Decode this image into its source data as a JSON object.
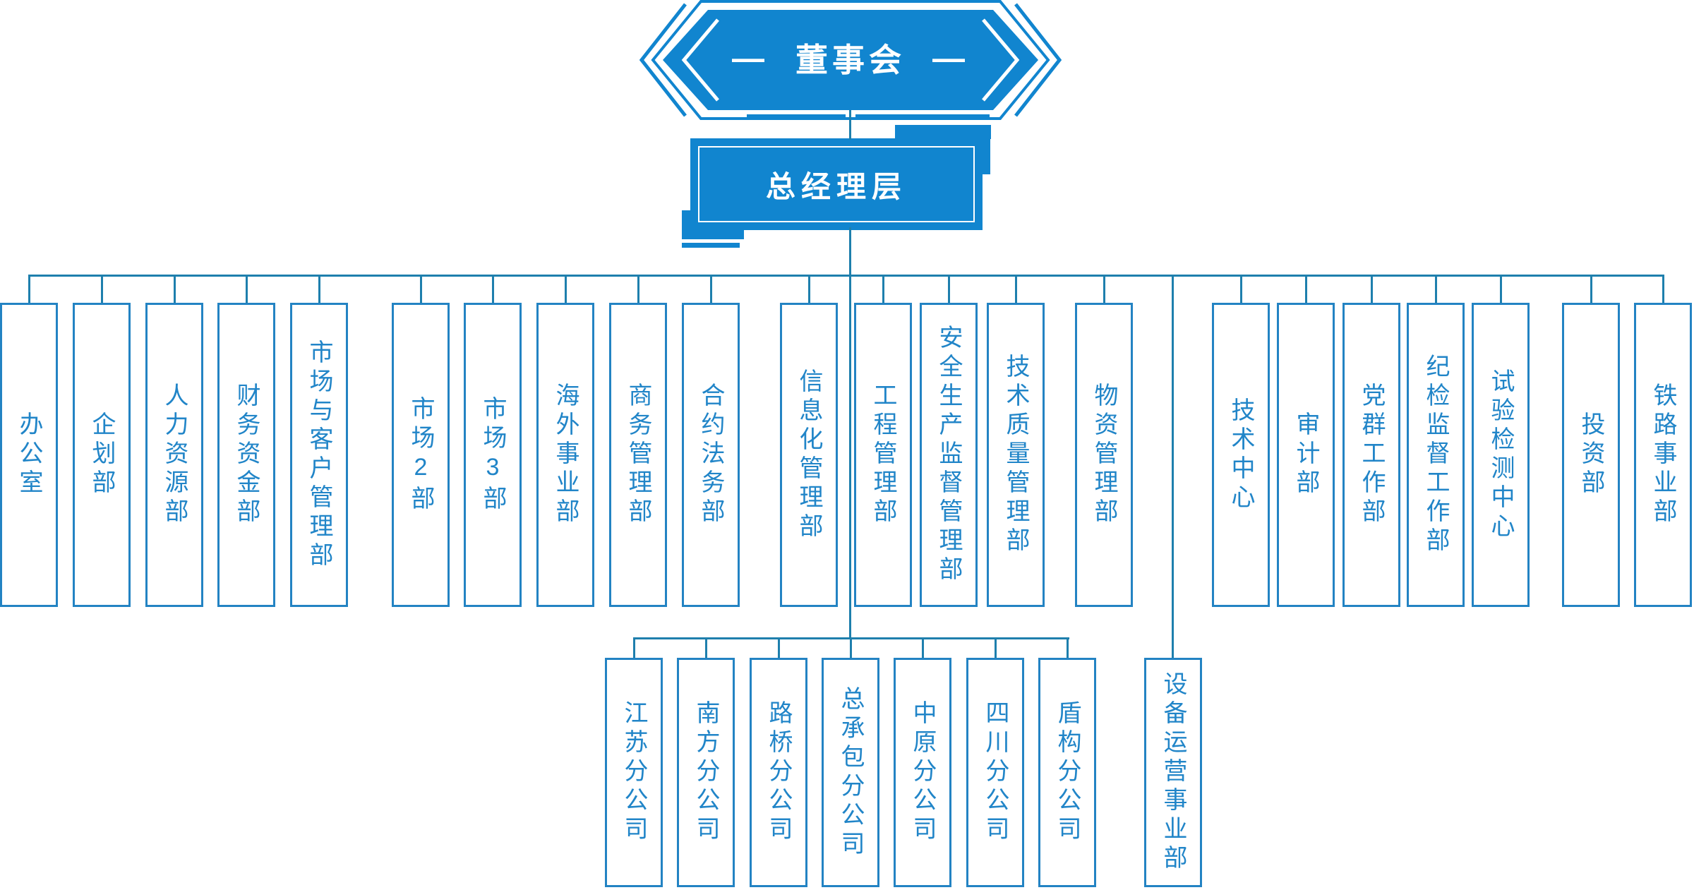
{
  "org_chart": {
    "board": {
      "dash_left": "—",
      "label": "董事会",
      "dash_right": "—"
    },
    "general_manager": {
      "label": "总经理层"
    },
    "departments": [
      "办公室",
      "企划部",
      "人力资源部",
      "财务资金部",
      "市场与客户管理部",
      "市场2部",
      "市场3部",
      "海外事业部",
      "商务管理部",
      "合约法务部",
      "信息化管理部",
      "工程管理部",
      "安全生产监督管理部",
      "技术质量管理部",
      "物资管理部",
      "技术中心",
      "审计部",
      "党群工作部",
      "纪检监督工作部",
      "试验检测中心",
      "投资部",
      "铁路事业部"
    ],
    "subsidiaries": [
      "江苏分公司",
      "南方分公司",
      "路桥分公司",
      "总承包分公司",
      "中原分公司",
      "四川分公司",
      "盾构分公司",
      "设备运营事业部"
    ],
    "colors": {
      "primary_blue": "#1185cf",
      "line_blue": "#1e7fad",
      "border_blue": "#2383c3",
      "text_blue": "#2185c8"
    }
  }
}
